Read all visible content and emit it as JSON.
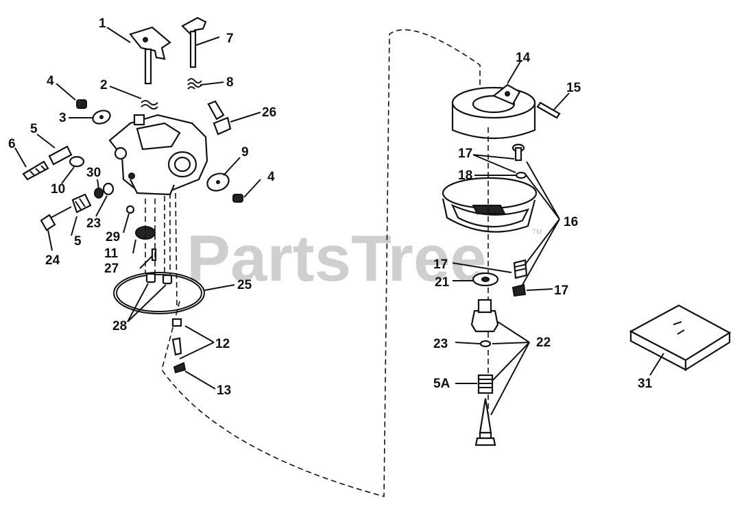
{
  "watermark": {
    "text": "PartsTree",
    "trademark": "TM"
  },
  "labels": {
    "l1": "1",
    "l2": "2",
    "l3": "3",
    "l4a": "4",
    "l4b": "4",
    "l5a": "5",
    "l5b": "5",
    "l5A": "5A",
    "l6": "6",
    "l7": "7",
    "l8": "8",
    "l9": "9",
    "l10": "10",
    "l11": "11",
    "l12": "12",
    "l13": "13",
    "l14": "14",
    "l15": "15",
    "l16": "16",
    "l17a": "17",
    "l17b": "17",
    "l17c": "17",
    "l18": "18",
    "l21": "21",
    "l22": "22",
    "l23a": "23",
    "l23b": "23",
    "l24": "24",
    "l25": "25",
    "l26": "26",
    "l27": "27",
    "l28": "28",
    "l29": "29",
    "l30": "30",
    "l31": "31"
  }
}
